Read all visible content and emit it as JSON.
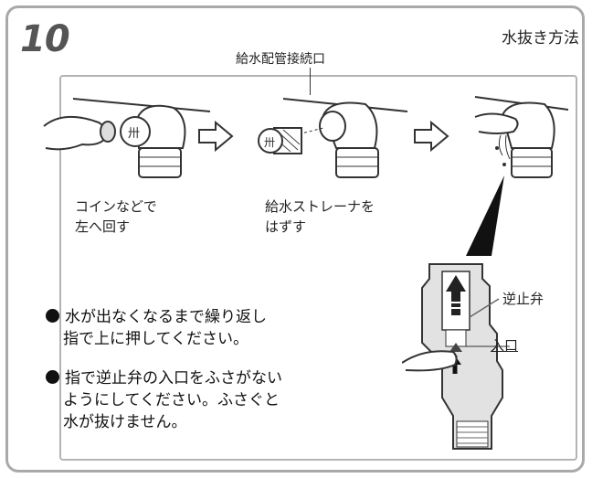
{
  "header": {
    "step_number": "10",
    "section_title": "水抜き方法"
  },
  "callout": {
    "label": "給水配管接続口"
  },
  "steps": [
    {
      "caption_line1": "コインなどで",
      "caption_line2": "左へ回す"
    },
    {
      "caption_line1": "給水ストレーナを",
      "caption_line2": "はずす"
    }
  ],
  "notes": [
    {
      "line1": "水が出なくなるまで繰り返し",
      "line2": "指で上に押してください。"
    },
    {
      "line1": "指で逆止弁の入口をふさがない",
      "line2": "ようにしてください。ふさぐと",
      "line3": "水が抜けません。"
    }
  ],
  "diagram_labels": {
    "check_valve": "逆止弁",
    "inlet": "入口"
  }
}
